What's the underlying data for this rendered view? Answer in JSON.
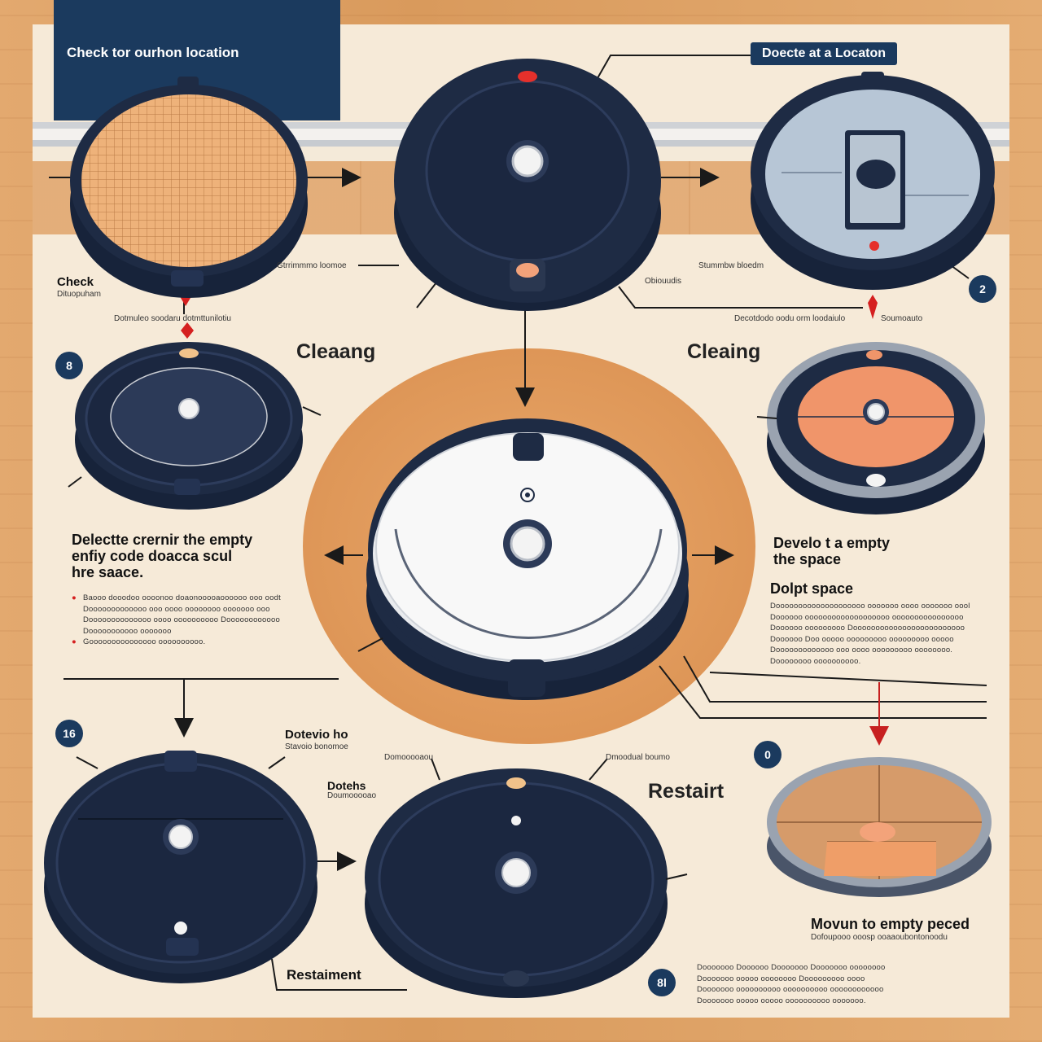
{
  "header": {
    "left_title": "Check tor ourhon location",
    "right_tag": "Doecte at a Locaton"
  },
  "labels": {
    "check": "Check",
    "check_sub": "Dituopuham",
    "caption_a": "Gtrrimmmo loomoe",
    "caption_b": "Stummbw bloedm",
    "caption_c": "Obiouudis",
    "caption_d": "Dotmuleo soodaru dotmttunilotiu",
    "caption_e": "Decotdodo oodu orm loodaiulo",
    "caption_f": "Soumoauto",
    "cleaning_left": "Cleaang",
    "cleaning_right": "Cleaing",
    "detect_left_1": "Delectte crernir the empty",
    "detect_left_2": "enfiy code doacca scul",
    "detect_left_3": "hre saace.",
    "detect_right_1": "Develo t a empty",
    "detect_right_2": "the space",
    "dolpt_space": "Dolpt space",
    "dotevio": "Dotevio ho",
    "dotevio_sub": "Stavoio bonomoe",
    "dotehs": "Dotehs",
    "dotehs_sub": "Doumooooao",
    "caption_g": "Domooooaou",
    "caption_h": "Dmoodual boumo",
    "restart": "Restairt",
    "restartment": "Restaiment",
    "moving": "Movun to empty peced",
    "moving_sub": "Dofoupooo ooosp ooaaoubontonoodu"
  },
  "paragraphs": {
    "left": [
      "Baooo dooodoo oooonoo doaonooooaoooooo ooo oodt",
      "Dooooooooooooo ooo oooo oooooooo ooooooo ooo",
      "Doooooooooooooo oooo oooooooooo Doooooooooooo",
      "Dooooooooooo ooooooo"
    ],
    "left_bullet": "Gooooooooooooooo oooooooooo.",
    "right": [
      "Doooooooooooooooooooo ooooooo oooo ooooooo oool",
      "Doooooo ooooooooooooooooooo oooooooooooooooo",
      "Doooooo ooooooooo Dooooooooooooooooooooooooo",
      "Doooooo Doo ooooo ooooooooo ooooooooo ooooo",
      "Dooooooooooooo ooo oooo ooooooooo oooooooo.",
      "Doooooooo oooooooooo."
    ],
    "bottom": [
      "Dooooooo Doooooo Dooooooo Dooooooo oooooooo",
      "Dooooooo ooooo oooooooo Dooooooooo oooo",
      "Dooooooo oooooooooo oooooooooo oooooooooooo",
      "Dooooooo ooooo ooooo oooooooooo ooooooo."
    ]
  },
  "badges": [
    "2",
    "8",
    "16",
    "0",
    "8l"
  ],
  "colors": {
    "navy": "#1b3a5e",
    "robot_dark": "#1e2b44",
    "accent_red": "#d52020",
    "panel": "#f6ead8",
    "wood": "#dd9c5e"
  }
}
